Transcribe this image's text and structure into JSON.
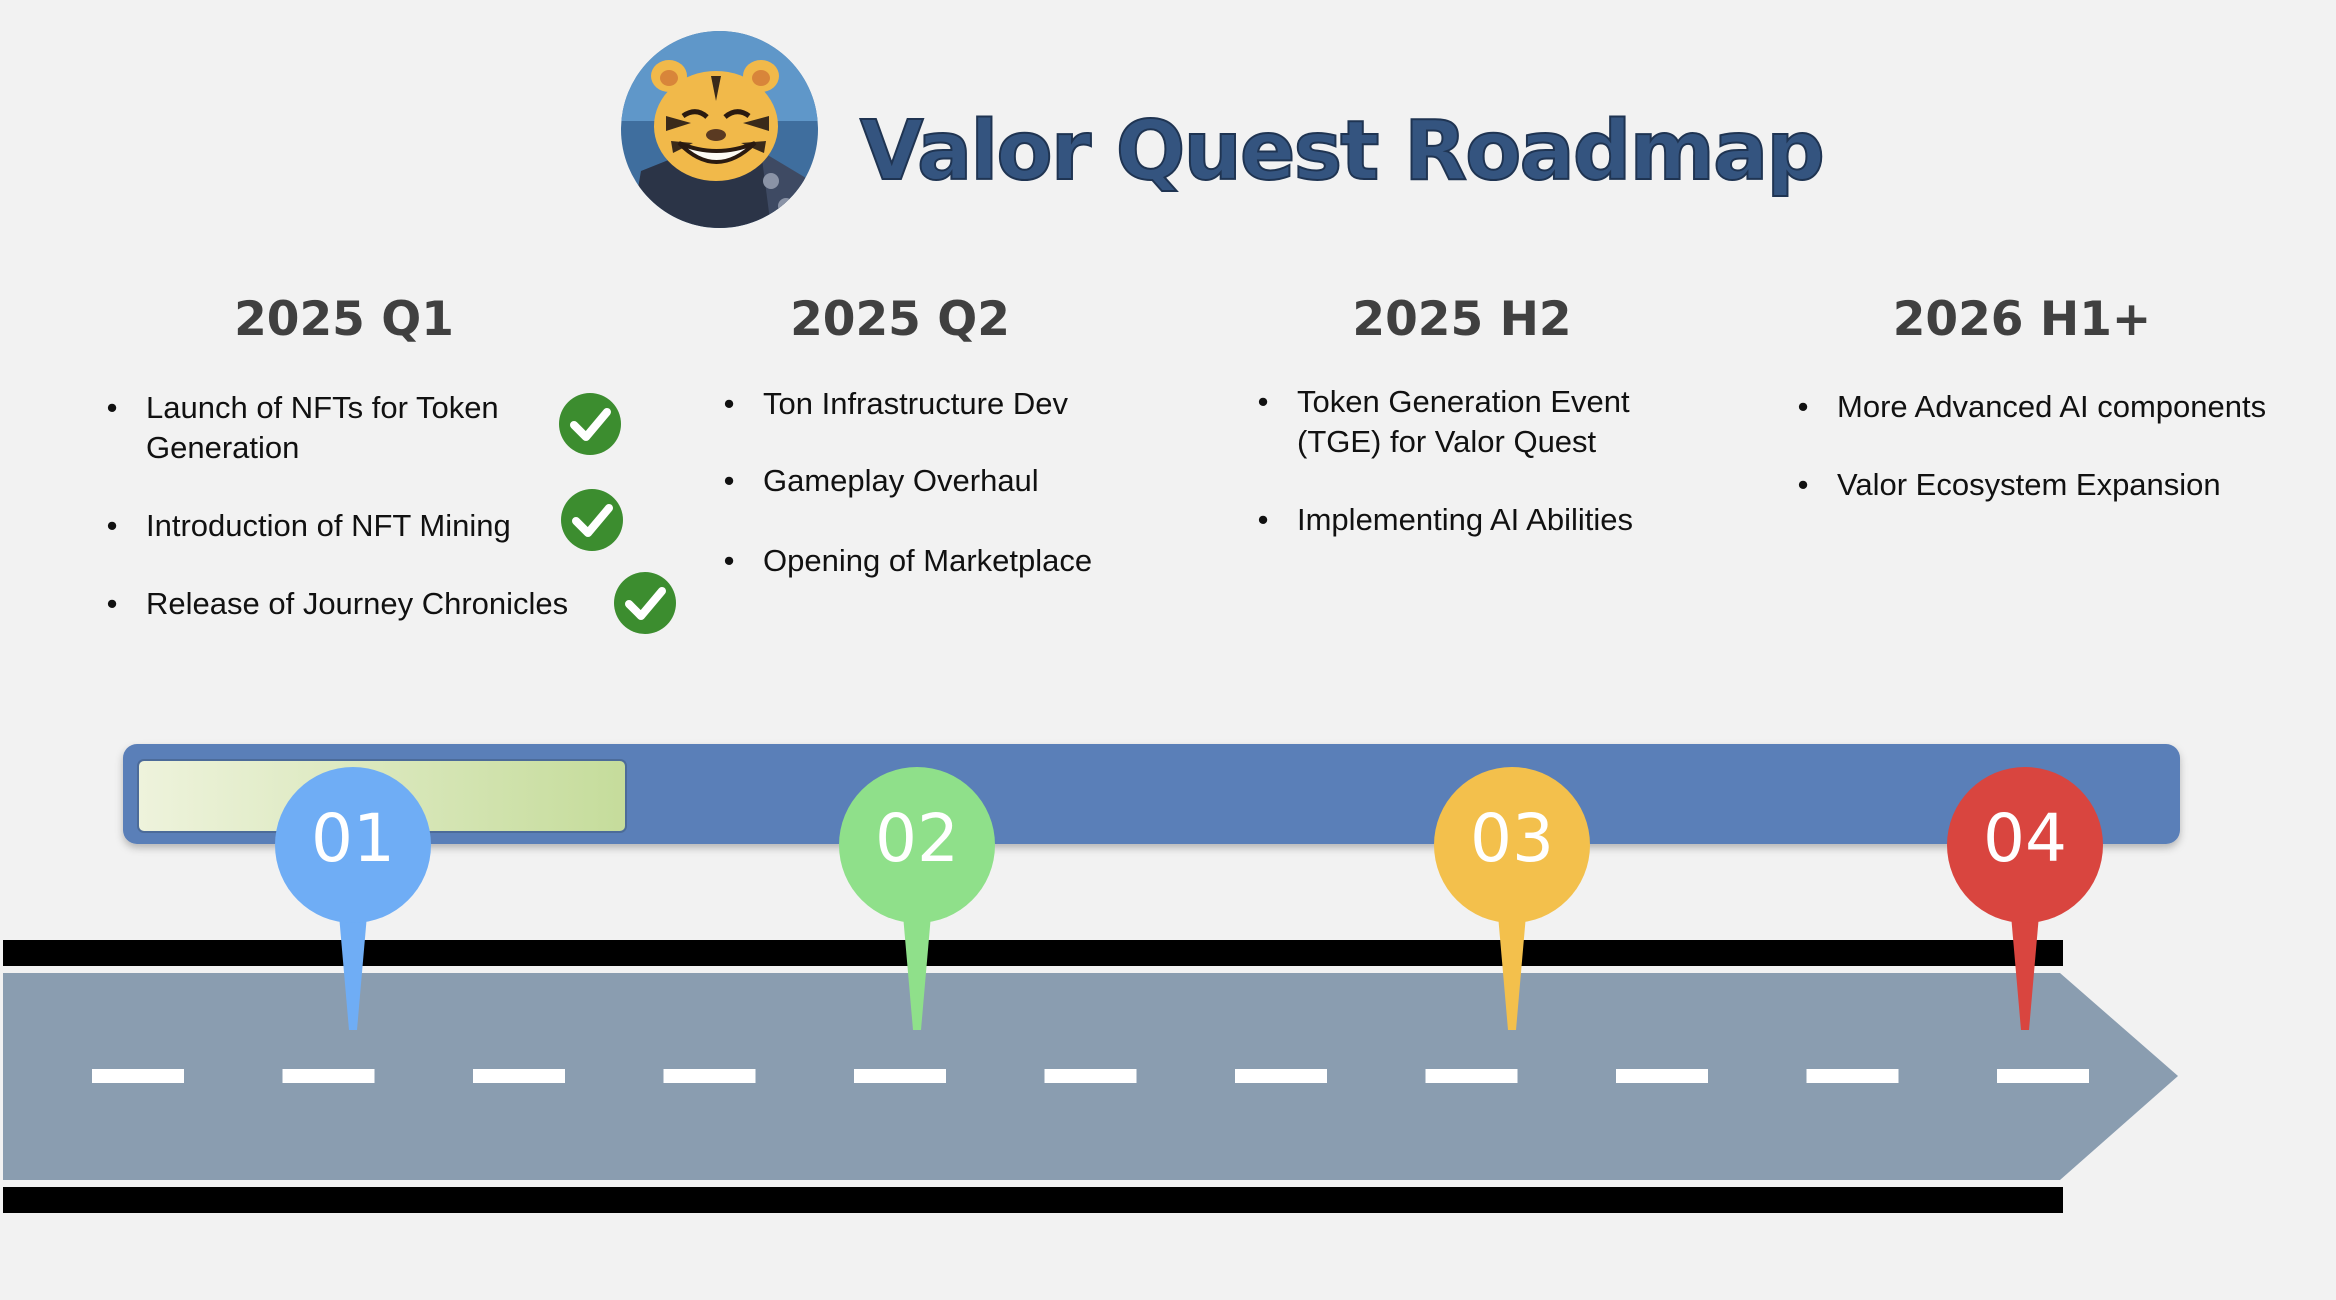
{
  "header": {
    "title": "Valor Quest Roadmap",
    "logo": "tiger-warrior-avatar"
  },
  "columns": [
    {
      "heading": "2025 Q1",
      "items": [
        {
          "text": "Launch of NFTs for Token\nGeneration",
          "completed": true
        },
        {
          "text": "Introduction of NFT Mining",
          "completed": true
        },
        {
          "text": "Release of Journey Chronicles",
          "completed": true
        }
      ]
    },
    {
      "heading": "2025 Q2",
      "items": [
        {
          "text": "Ton Infrastructure Dev",
          "completed": false
        },
        {
          "text": "Gameplay Overhaul",
          "completed": false
        },
        {
          "text": "Opening of Marketplace",
          "completed": false
        }
      ]
    },
    {
      "heading": "2025 H2",
      "items": [
        {
          "text": "Token Generation Event\n(TGE) for Valor Quest",
          "completed": false
        },
        {
          "text": "Implementing AI Abilities",
          "completed": false
        }
      ]
    },
    {
      "heading": "2026 H1+",
      "items": [
        {
          "text": "More Advanced AI components",
          "completed": false
        },
        {
          "text": "Valor Ecosystem Expansion",
          "completed": false
        }
      ]
    }
  ],
  "progress": {
    "stages_completed_fraction": 0.25
  },
  "markers": [
    {
      "label": "01",
      "color": "#6fadf5"
    },
    {
      "label": "02",
      "color": "#8fe08a"
    },
    {
      "label": "03",
      "color": "#f3c04c"
    },
    {
      "label": "04",
      "color": "#d9453f"
    }
  ],
  "colors": {
    "title": "#34547f",
    "timeline_bar": "#5a7fb8",
    "road": "#8a9db0",
    "check": "#3c8d2f"
  }
}
